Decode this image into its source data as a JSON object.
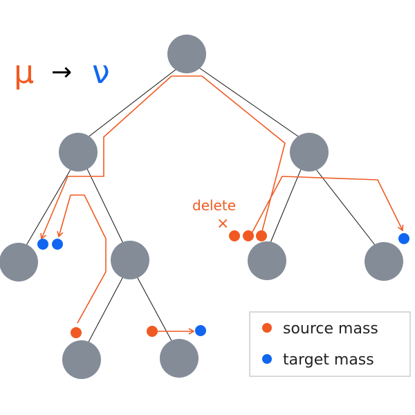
{
  "title": {
    "mu": "μ",
    "arrow": "→",
    "nu": "ν",
    "mu_color": "#f05a22",
    "nu_color": "#1166f0"
  },
  "annotation": {
    "delete_label": "delete",
    "delete_mark": "×"
  },
  "legend": {
    "items": [
      {
        "label": "source mass",
        "color": "#f05a22"
      },
      {
        "label": "target mass",
        "color": "#1166f0"
      }
    ]
  },
  "colors": {
    "node": "#848c98",
    "edge": "#111111",
    "transport_path": "#f05a22",
    "legend_border": "#cccccc"
  }
}
